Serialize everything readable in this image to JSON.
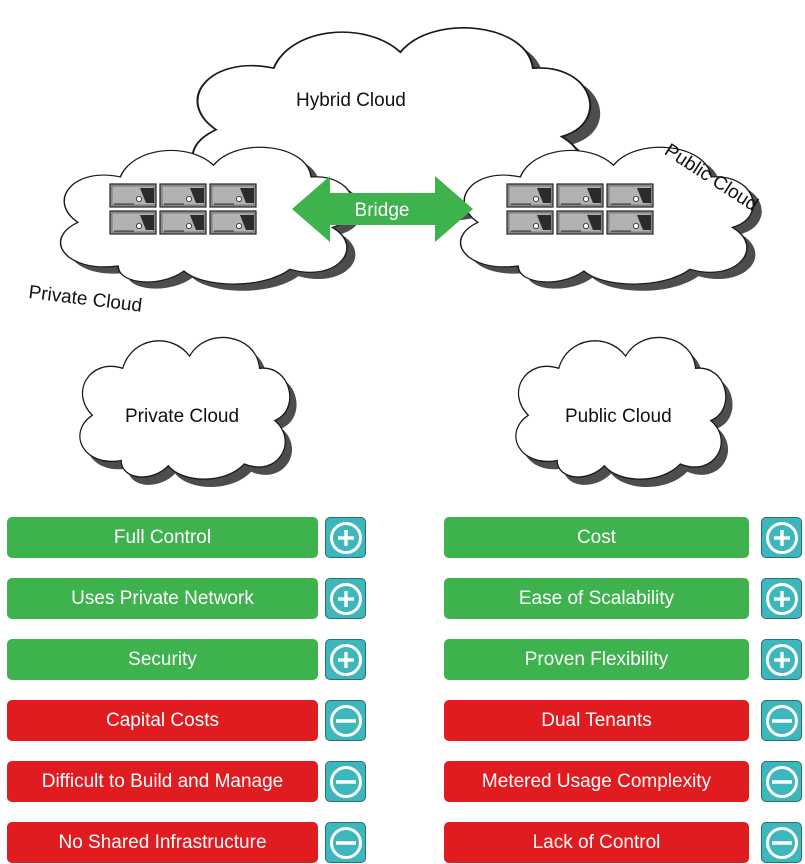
{
  "hybrid": {
    "hybrid_label": "Hybrid Cloud",
    "public_label": "Public Cloud",
    "private_label": "Private Cloud",
    "bridge_label": "Bridge"
  },
  "private_column": {
    "title": "Private Cloud",
    "pros": [
      "Full Control",
      "Uses Private Network",
      "Security"
    ],
    "cons": [
      "Capital Costs",
      "Difficult to Build and Manage",
      "No Shared Infrastructure"
    ]
  },
  "public_column": {
    "title": "Public Cloud",
    "pros": [
      "Cost",
      "Ease of Scalability",
      "Proven Flexibility"
    ],
    "cons": [
      "Dual Tenants",
      "Metered Usage Complexity",
      "Lack of Control"
    ]
  },
  "colors": {
    "pro": "#3eb24c",
    "con": "#e01c20",
    "badge": "#3db6bc",
    "bridge": "#3eb24c",
    "server": "#9a9a9a"
  },
  "icons": {
    "pro": "plus-circle-icon",
    "con": "minus-circle-icon",
    "server": "server-rack-icon"
  }
}
